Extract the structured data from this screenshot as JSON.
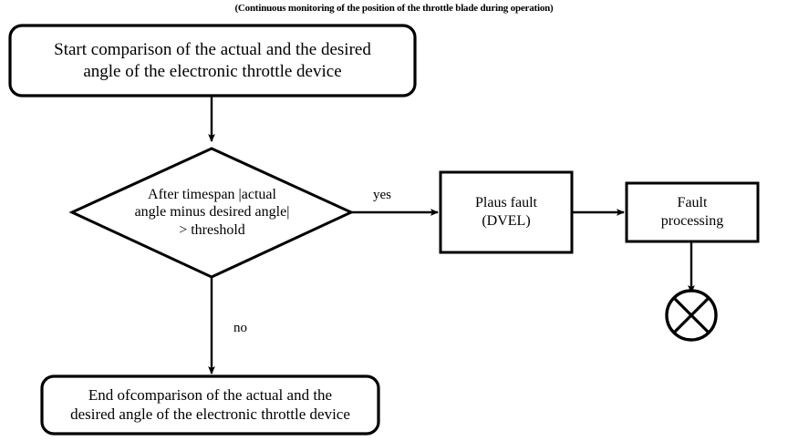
{
  "diagram": {
    "caption": "(Continuous monitoring of the position of the throttle blade during operation)",
    "type": "flowchart",
    "stroke_color": "#000000",
    "background_color": "#ffffff",
    "nodes": {
      "start": {
        "shape": "rounded-rectangle",
        "text": "Start comparison of the actual and the desired\nangle of the electronic throttle device"
      },
      "decision": {
        "shape": "diamond",
        "text": "After timespan |actual\nangle minus desired angle|\n> threshold"
      },
      "plaus_fault": {
        "shape": "rectangle",
        "text": "Plaus fault\n(DVEL)"
      },
      "fault_processing": {
        "shape": "rectangle",
        "text": "Fault\nprocessing"
      },
      "end": {
        "shape": "rounded-rectangle",
        "text": "End ofcomparison of the actual and the\ndesired angle of the electronic throttle device"
      },
      "terminator": {
        "shape": "circle-with-cross",
        "text": ""
      }
    },
    "edges": {
      "start_to_decision": {
        "label": ""
      },
      "decision_to_plaus": {
        "label": "yes"
      },
      "decision_to_end": {
        "label": "no"
      },
      "plaus_to_faultproc": {
        "label": ""
      },
      "faultproc_to_terminator": {
        "label": ""
      }
    }
  }
}
